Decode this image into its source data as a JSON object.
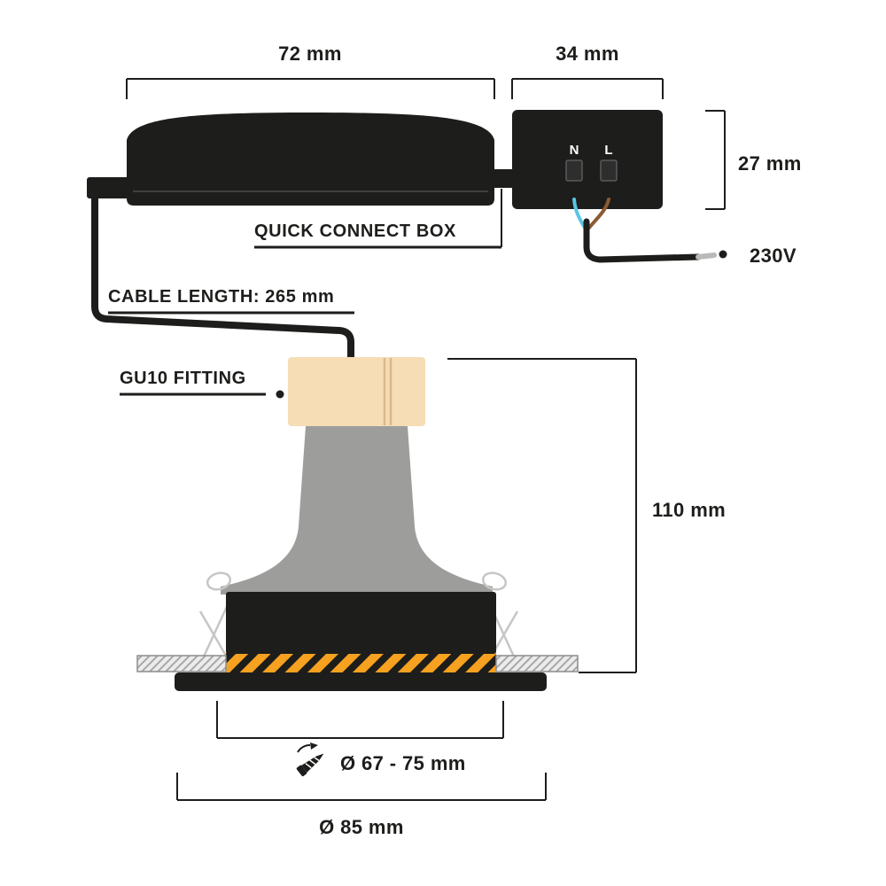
{
  "diagram": "recessed-downlight-dimension-drawing",
  "colors": {
    "ink": "#1d1d1b",
    "part_black": "#1d1d1b",
    "gray_body": "#9d9d9c",
    "fitting_beige": "#f6ddb5",
    "fitting_seam": "#d9b98a",
    "orange": "#f6a11f",
    "hatch_gray_bg": "#ececec",
    "hatch_gray_line": "#a8a8a8",
    "wire_blue": "#5bc5e5",
    "wire_brown": "#8a5a33",
    "wire_tip": "#b9b9b8",
    "spring_gray": "#c6c6c5"
  },
  "dimensions": {
    "box_width": "72 mm",
    "terminal_box_width": "34 mm",
    "terminal_box_height": "27 mm",
    "recessed_height": "110 mm",
    "cutout_diameter": "Ø 67 - 75 mm",
    "outer_diameter": "Ø 85 mm"
  },
  "labels": {
    "quick_connect_box": "QUICK CONNECT BOX",
    "cable_length": "CABLE LENGTH: 265 mm",
    "gu10_fitting": "GU10 FITTING",
    "voltage": "230V",
    "terminal_neutral": "N",
    "terminal_live": "L"
  }
}
